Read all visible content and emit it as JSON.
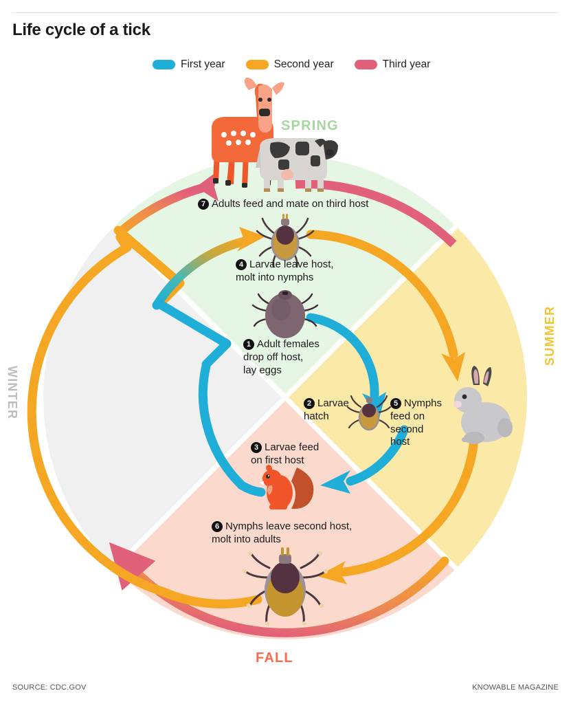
{
  "header": {
    "title": "Life cycle of a tick"
  },
  "legend": {
    "items": [
      {
        "label": "First year",
        "color": "#1eaed8"
      },
      {
        "label": "Second year",
        "color": "#f5a623"
      },
      {
        "label": "Third year",
        "color": "#e2617a"
      }
    ]
  },
  "seasons": [
    {
      "key": "spring",
      "label": "SPRING",
      "color": "#a8d5a2",
      "wedge_fill": "#e6f6e4"
    },
    {
      "key": "summer",
      "label": "SUMMER",
      "color": "#f4c430",
      "wedge_fill": "#fbe9a8"
    },
    {
      "key": "fall",
      "label": "FALL",
      "color": "#ff6a4d",
      "wedge_fill": "#fbd9cc"
    },
    {
      "key": "winter",
      "label": "WINTER",
      "color": "#bdbdbd",
      "wedge_fill": "#f0f0f0"
    }
  ],
  "steps": [
    {
      "number": "1",
      "text": "Adult females\ndrop off host,\nlay eggs",
      "season": "spring",
      "year": "First year"
    },
    {
      "number": "2",
      "text": "Larvae\nhatch",
      "season": "summer",
      "year": "First year"
    },
    {
      "number": "3",
      "text": "Larvae feed\non first host",
      "season": "fall",
      "year": "First year"
    },
    {
      "number": "4",
      "text": "Larvae leave host,\nmolt into nymphs",
      "season": "spring",
      "year": "Second year"
    },
    {
      "number": "5",
      "text": "Nymphs\nfeed on\nsecond\nhost",
      "season": "summer",
      "year": "Second year"
    },
    {
      "number": "6",
      "text": "Nymphs leave second host,\nmolt into adults",
      "season": "fall",
      "year": "Second year"
    },
    {
      "number": "7",
      "text": "Adults feed and mate on third host",
      "season": "spring",
      "year": "Third year"
    }
  ],
  "animals": [
    {
      "name": "deer",
      "role": "third host"
    },
    {
      "name": "cow",
      "role": "third host"
    },
    {
      "name": "rabbit",
      "role": "second host"
    },
    {
      "name": "squirrel",
      "role": "first host"
    }
  ],
  "chart_data": {
    "type": "diagram",
    "title": "Life cycle of a tick",
    "legend_position": "top",
    "categories": [
      "SPRING",
      "SUMMER",
      "FALL",
      "WINTER"
    ],
    "series": [
      {
        "name": "First year",
        "color": "#1eaed8",
        "steps": [
          "1",
          "2",
          "3"
        ]
      },
      {
        "name": "Second year",
        "color": "#f5a623",
        "steps": [
          "4",
          "5",
          "6"
        ]
      },
      {
        "name": "Third year",
        "color": "#e2617a",
        "steps": [
          "7"
        ]
      }
    ]
  },
  "footer": {
    "source": "SOURCE: CDC.GOV",
    "brand": "KNOWABLE MAGAZINE"
  }
}
